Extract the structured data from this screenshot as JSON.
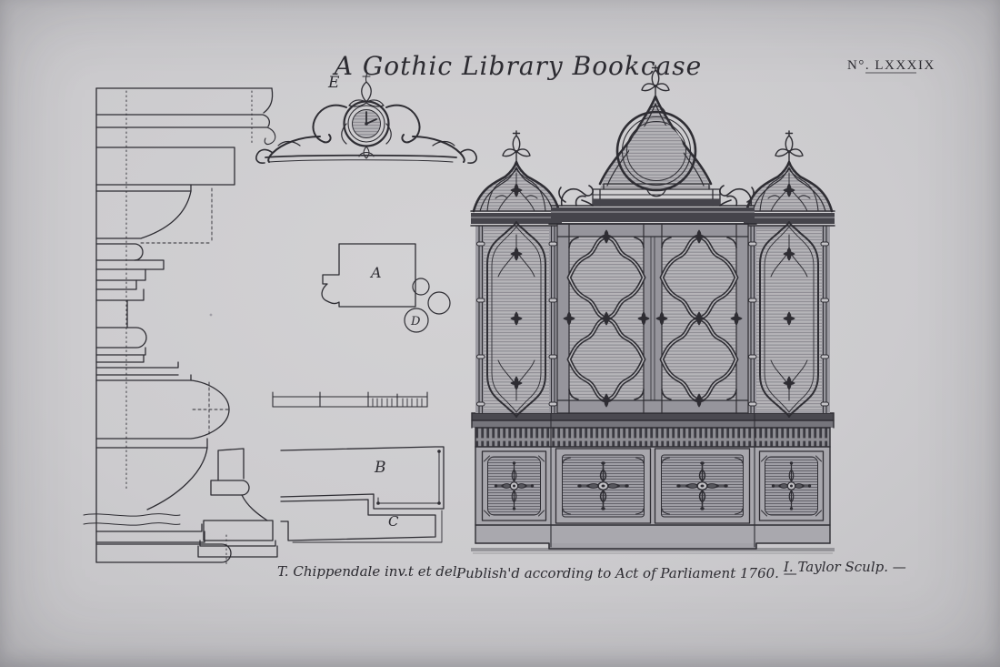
{
  "plate": {
    "title": "A Gothic Library Bookcase",
    "plate_number": "N°. LXXXIX",
    "labels": {
      "cresting_detail": "E",
      "cornice_plan": "A",
      "pillar_plan": "D",
      "door_frame_plan_outer": "B",
      "door_frame_plan_inner": "C"
    },
    "imprint": {
      "designer": "T. Chippendale inv.t et del.",
      "publication": "Publish'd according to Act of Parliament 1760. —",
      "engraver": "I. Taylor Sculp. —"
    }
  },
  "colors": {
    "paper": "#cccbce",
    "ink": "#2e2d33",
    "shading_mid": "#8e8d93",
    "shading_dark": "#45444b"
  }
}
